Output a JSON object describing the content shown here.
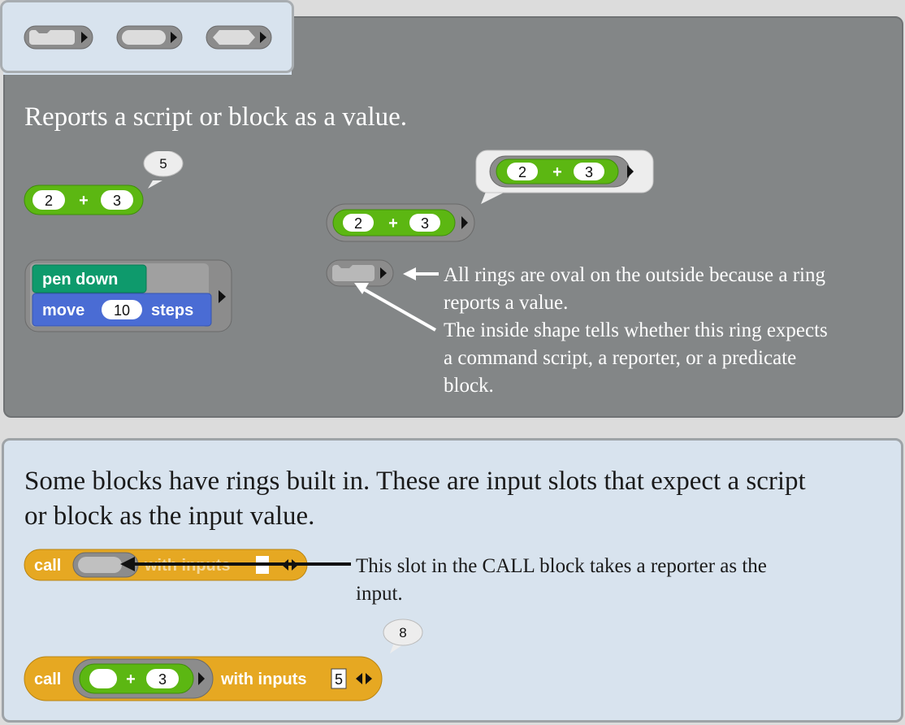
{
  "intro": {
    "caption": "Reports a script or block as a value."
  },
  "examples": {
    "sum_block": {
      "left": "2",
      "op": "+",
      "right": "3"
    },
    "sum_result": "5",
    "pen_down_label": "pen down",
    "move_label": "move",
    "move_value": "10",
    "steps_label": "steps"
  },
  "ring_note": {
    "line1": "All rings are oval on the outside because a ring",
    "line2": "reports a value.",
    "line3": "The inside shape tells whether this ring expects",
    "line4": "a command script, a reporter, or a predicate",
    "line5": "block."
  },
  "bottom": {
    "caption_line1": "Some blocks have rings built in. These are input slots that expect a script",
    "caption_line2": "or block as the input value.",
    "call_label": "call",
    "with_inputs_label": "with inputs",
    "slot_note_line1": "This slot in the CALL block takes a reporter as the",
    "slot_note_line2": "input.",
    "call_result": "8",
    "call_input_value": "5",
    "inner_right": "3",
    "inner_op": "+"
  },
  "colors": {
    "operator_green": "#5cb712",
    "pen_teal": "#0e9a6c",
    "motion_blue": "#4a6cd4",
    "control_orange": "#e6a822",
    "ring_gray": "#8a8a8a",
    "panel_gray": "#838687",
    "panel_light": "#d8e3ee"
  },
  "icons": {
    "arrow": "right-triangle-icon",
    "arrows": "left-right-arrows-icon"
  }
}
